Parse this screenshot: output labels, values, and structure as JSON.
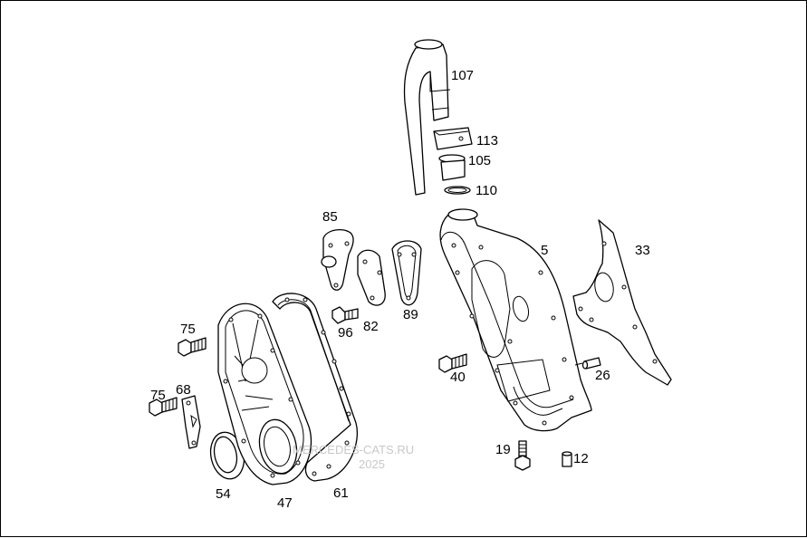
{
  "labels": {
    "p107": "107",
    "p113": "113",
    "p105": "105",
    "p110": "110",
    "p85": "85",
    "p5": "5",
    "p33": "33",
    "p82": "82",
    "p89": "89",
    "p96": "96",
    "p75a": "75",
    "p75b": "75",
    "p68": "68",
    "p40": "40",
    "p26": "26",
    "p19": "19",
    "p12": "12",
    "p54": "54",
    "p47": "47",
    "p61": "61"
  },
  "watermark": {
    "line1": "MERCEDES-CATS.RU",
    "line2": "2025"
  }
}
